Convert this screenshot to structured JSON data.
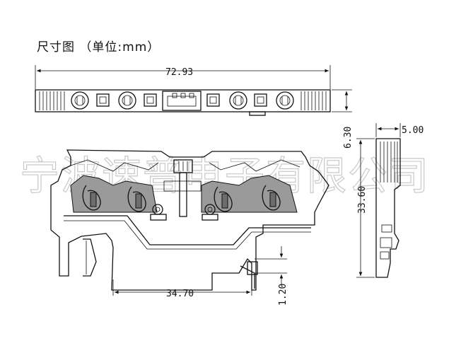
{
  "title": "尺寸图 （单位:mm）",
  "watermark": "宁波速普电子有限公司",
  "dimensions": {
    "total_width": "72.93",
    "top_height": "6.30",
    "side_width": "5.00",
    "side_height": "33.60",
    "rail_width": "34.70",
    "foot_height": "1.20"
  }
}
